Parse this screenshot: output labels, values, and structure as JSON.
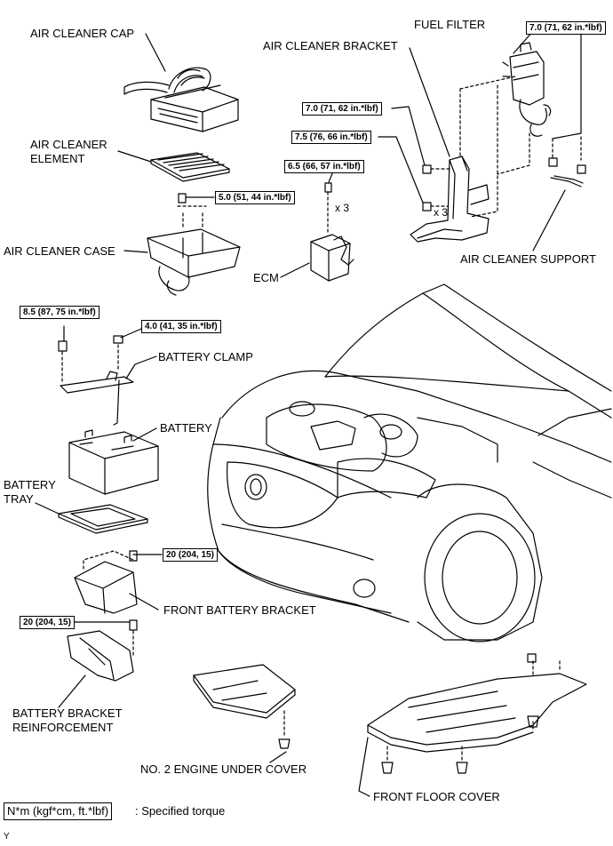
{
  "labels": {
    "air_cleaner_cap": "AIR CLEANER CAP",
    "air_cleaner_element": "AIR CLEANER\nELEMENT",
    "air_cleaner_case": "AIR CLEANER CASE",
    "fuel_filter": "FUEL FILTER",
    "air_cleaner_bracket": "AIR CLEANER BRACKET",
    "air_cleaner_support": "AIR CLEANER SUPPORT",
    "ecm": "ECM",
    "battery_clamp": "BATTERY CLAMP",
    "battery": "BATTERY",
    "battery_tray": "BATTERY\nTRAY",
    "front_battery_bracket": "FRONT BATTERY BRACKET",
    "battery_bracket_reinforcement": "BATTERY BRACKET\nREINFORCEMENT",
    "no2_engine_under_cover": "NO. 2 ENGINE UNDER COVER",
    "front_floor_cover": "FRONT FLOOR COVER"
  },
  "torques": {
    "fuel_filter_support": "7.0 (71, 62 in.*lbf)",
    "bracket_upper": "7.0 (71, 62 in.*lbf)",
    "bracket_lower": "7.5 (76, 66 in.*lbf)",
    "ecm": "6.5 (66, 57 in.*lbf)",
    "air_cleaner_case": "5.0 (51, 44 in.*lbf)",
    "battery_clamp_bolt": "8.5 (87, 75 in.*lbf)",
    "battery_clamp_nut": "4.0 (41, 35 in.*lbf)",
    "front_battery_bracket": "20 (204, 15)",
    "bracket_reinforcement": "20 (204, 15)"
  },
  "quantities": {
    "bracket_bolts": "x 3",
    "ecm_bolts": "x 3"
  },
  "legend": {
    "unit_box": "N*m (kgf*cm, ft.*lbf)",
    "meaning": ": Specified torque"
  },
  "figure_code": "Y"
}
